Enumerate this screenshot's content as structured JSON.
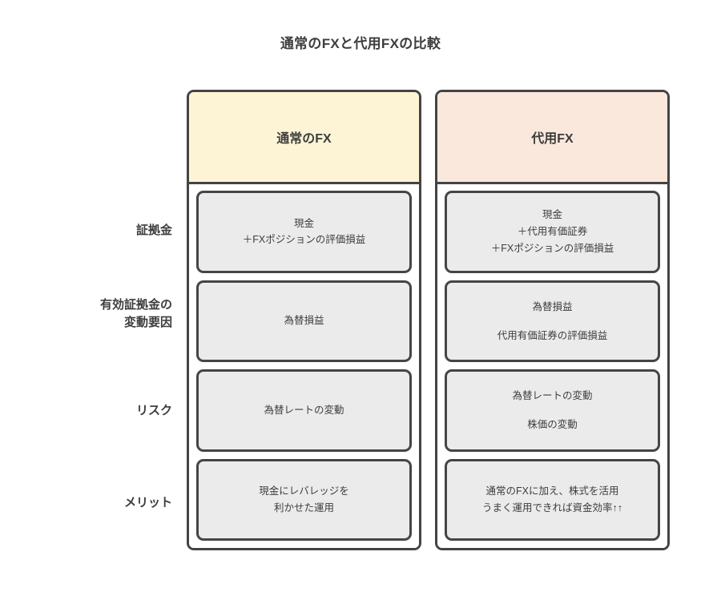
{
  "page": {
    "title": "通常のFXと代用FXの比較",
    "background_color": "#ffffff",
    "text_color": "#3d3d3d"
  },
  "columns": [
    {
      "id": "normal-fx",
      "header": "通常のFX",
      "header_color": "#fcf4d4"
    },
    {
      "id": "daiyo-fx",
      "header": "代用FX",
      "header_color": "#fbe8dc"
    }
  ],
  "rows": [
    {
      "label": "証拠金",
      "left": "現金\n＋FXポジションの評価損益",
      "right": "現金\n＋代用有価証券\n＋FXポジションの評価損益",
      "spaced_left": false,
      "spaced_right": false
    },
    {
      "label": "有効証拠金の\n変動要因",
      "left": "為替損益",
      "right": "為替損益\n代用有価証券の評価損益",
      "spaced_left": false,
      "spaced_right": true
    },
    {
      "label": "リスク",
      "left": "為替レートの変動",
      "right": "為替レートの変動\n株価の変動",
      "spaced_left": false,
      "spaced_right": true
    },
    {
      "label": "メリット",
      "left": "現金にレバレッジを\n利かせた運用",
      "right": "通常のFXに加え、株式を活用\nうまく運用できれば資金効率↑↑",
      "spaced_left": false,
      "spaced_right": false
    }
  ],
  "style": {
    "cell_fill": "#ebebeb",
    "border_color": "#454545"
  }
}
